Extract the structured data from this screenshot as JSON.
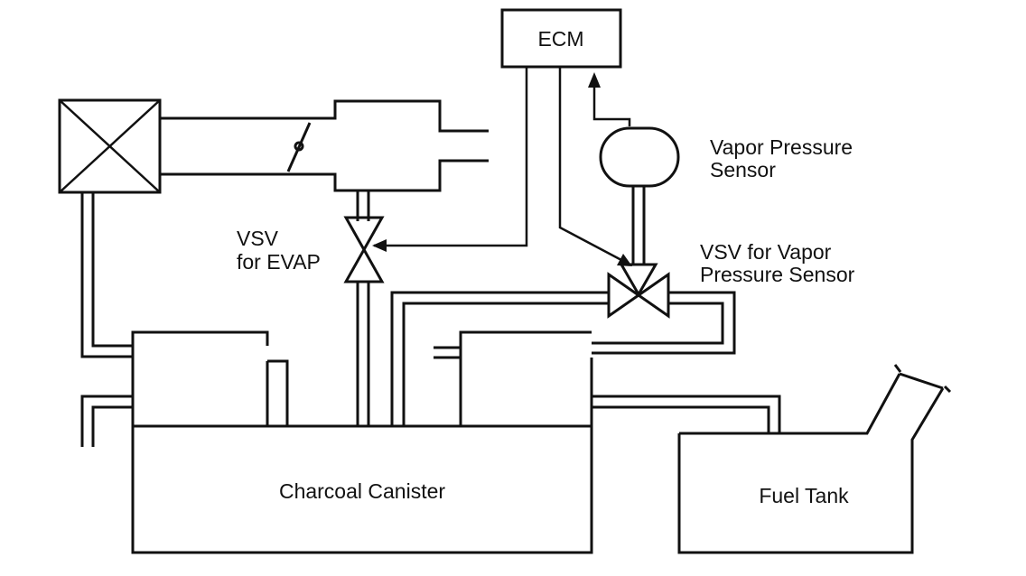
{
  "diagram": {
    "ecm": "ECM",
    "vapor_sensor": {
      "line1": "Vapor Pressure",
      "line2": "Sensor"
    },
    "vsv_evap": {
      "line1": "VSV",
      "line2": "for EVAP"
    },
    "vsv_vapor": {
      "line1": "VSV for Vapor",
      "line2": "Pressure Sensor"
    },
    "canister": "Charcoal Canister",
    "fuel_tank": "Fuel Tank"
  },
  "colors": {
    "line": "#111111",
    "background": "#ffffff"
  }
}
